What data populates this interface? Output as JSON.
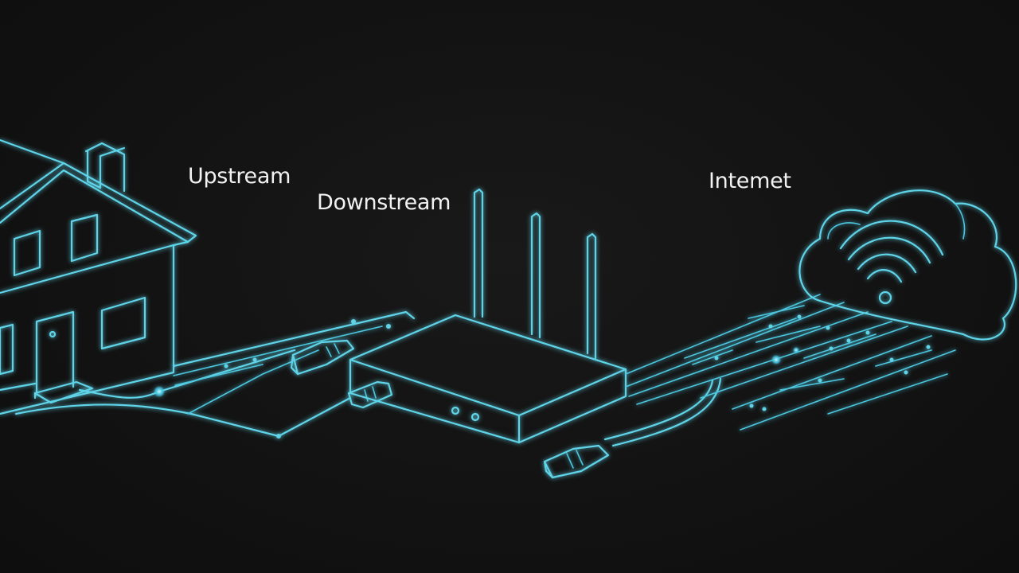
{
  "labels": {
    "upstream": "Upstream",
    "downstream": "Downstream",
    "internet": "Intemet"
  },
  "colors": {
    "background": "#121212",
    "line": "#5fd4e8",
    "glow": "#7fe9ff",
    "label_text": "#f2f2f2"
  },
  "icons": [
    "house-icon",
    "router-icon",
    "cloud-wifi-icon",
    "ethernet-connector-icon"
  ]
}
